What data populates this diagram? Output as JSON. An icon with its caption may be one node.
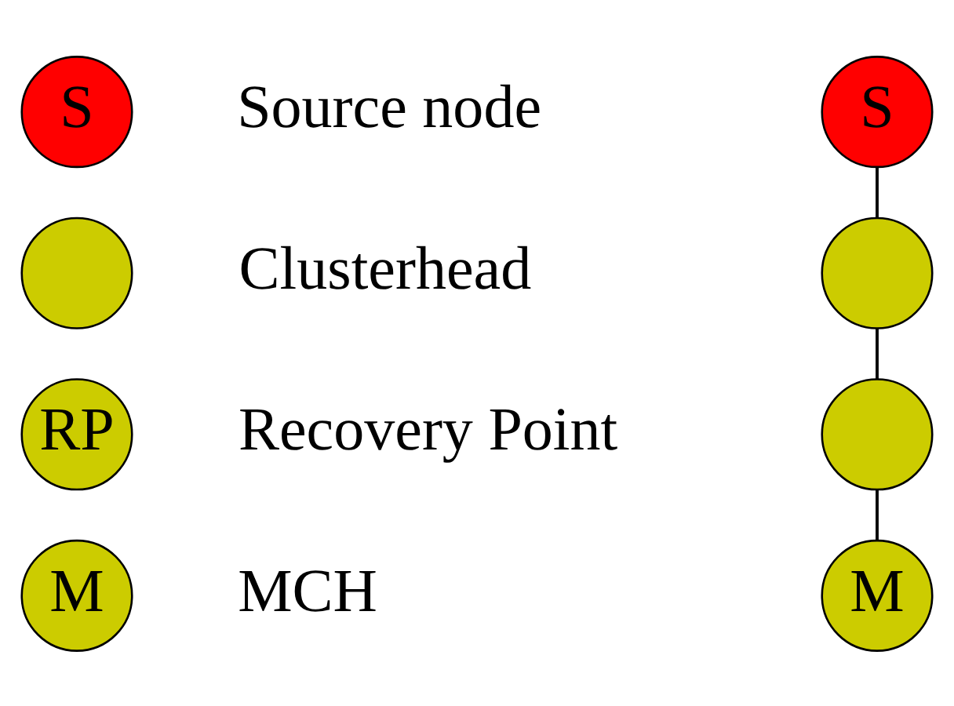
{
  "diagram": {
    "nodes": [
      {
        "text": [
          "S"
        ],
        "beside": [
          "Source node"
        ]
      },
      {
        "text": [],
        "shape": "circle",
        "beside": [
          "Clusterhead"
        ]
      },
      {
        "text": [
          "RP"
        ],
        "beside": [
          "Recovery Point"
        ]
      },
      {
        "text": [
          "M"
        ],
        "beside": [
          "MCH"
        ]
      },
      {
        "text": [
          "S"
        ]
      },
      {
        "text": [],
        "shape": "circle"
      },
      {
        "text": [],
        "shape": "circle"
      },
      {
        "text": [
          "M"
        ]
      }
    ],
    "edges": [
      {
        "from": 4,
        "to": 5,
        "arrow": "none"
      },
      {
        "from": 5,
        "to": 6,
        "arrow": "none"
      },
      {
        "from": 6,
        "to": 7,
        "arrow": "none"
      }
    ]
  }
}
